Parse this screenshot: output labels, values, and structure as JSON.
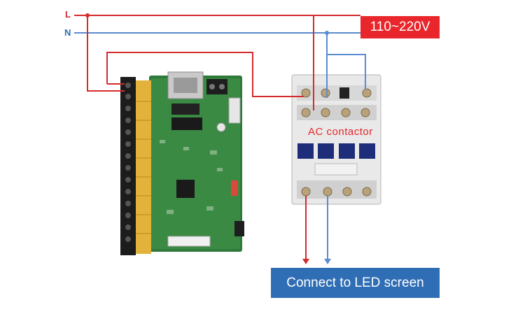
{
  "labels": {
    "live": "L",
    "neutral": "N",
    "voltage": "110~220V",
    "contactor": "AC contactor",
    "output": "Connect to LED screen"
  },
  "colors": {
    "live_wire": "#d62b2b",
    "neutral_wire": "#5b8bd0",
    "voltage_bg": "#e8262b",
    "output_bg": "#2f6db5"
  }
}
